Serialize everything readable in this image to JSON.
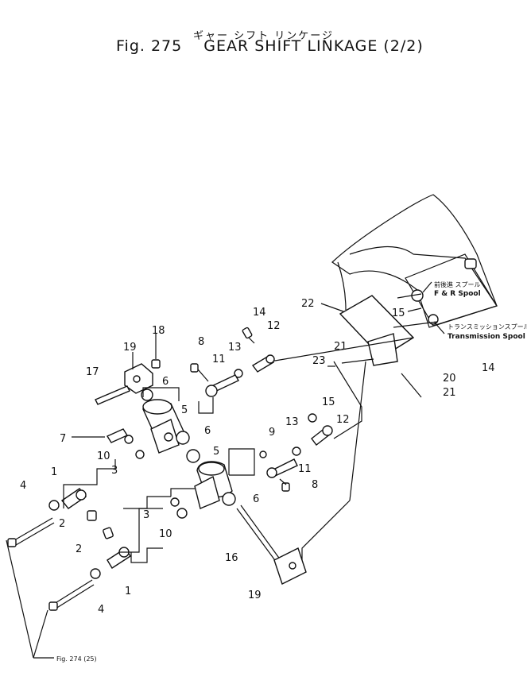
{
  "title": {
    "japanese": "ギャー シフト リンケージ",
    "fig": "Fig. 275",
    "name": "GEAR SHIFT LINKAGE (2/2)"
  },
  "annotations": {
    "fr_spool_jp": "前後進 スプール",
    "fr_spool_en": "F & R Spool",
    "trans_spool_jp": "トランスミッションスプール",
    "trans_spool_en": "Transmission Spool",
    "ref": "Fig. 274 (25)"
  },
  "callouts": {
    "c22": "22",
    "c15a": "15",
    "c14a": "14",
    "c12a": "12",
    "c18": "18",
    "c8a": "8",
    "c11a": "11",
    "c13a": "13",
    "c19a": "19",
    "c17": "17",
    "c6a": "6",
    "c5a": "5",
    "c7": "7",
    "c10a": "10",
    "c3a": "3",
    "c6b": "6",
    "c21a": "21",
    "c23": "23",
    "c20": "20",
    "c14b": "14",
    "c21b": "21",
    "c15b": "15",
    "c13b": "13",
    "c12b": "12",
    "c9": "9",
    "c11b": "11",
    "c8b": "8",
    "c5b": "5",
    "c6c": "6",
    "c3b": "3",
    "c10b": "10",
    "c4a": "4",
    "c1a": "1",
    "c2a": "2",
    "c2b": "2",
    "c16": "16",
    "c1b": "1",
    "c4b": "4",
    "c19b": "19"
  }
}
